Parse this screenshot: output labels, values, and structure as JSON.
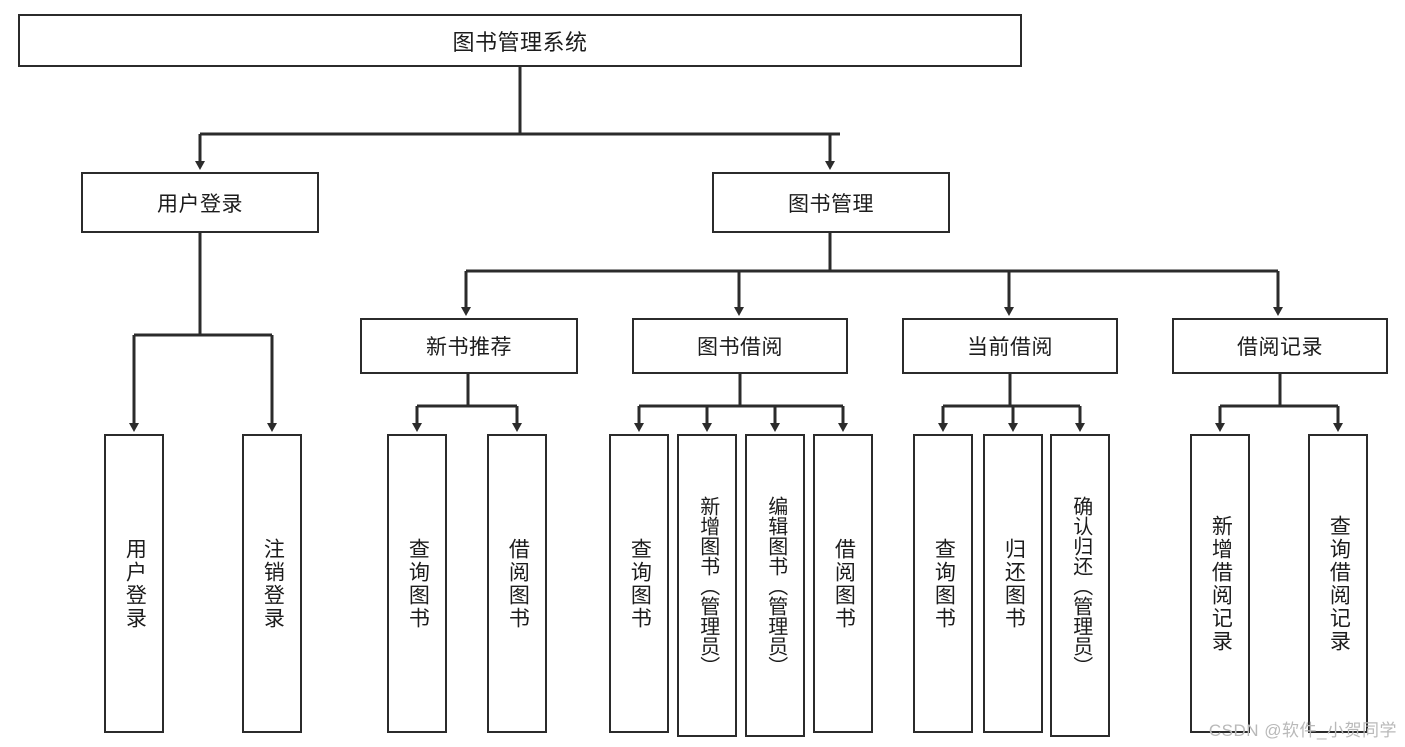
{
  "diagram": {
    "title": "图书管理系统",
    "type": "hierarchy-tree",
    "style": {
      "background": "#ffffff",
      "box_border": "#2b2b2b",
      "box_fill": "#ffffff",
      "edge_color": "#2b2b2b",
      "text_color": "#1c1c1c"
    },
    "root": {
      "label": "图书管理系统"
    },
    "level1": [
      {
        "label": "用户登录"
      },
      {
        "label": "图书管理"
      }
    ],
    "level2": [
      {
        "label": "新书推荐"
      },
      {
        "label": "图书借阅"
      },
      {
        "label": "当前借阅"
      },
      {
        "label": "借阅记录"
      }
    ],
    "leaves": {
      "user_login": [
        {
          "label": "用户登录"
        },
        {
          "label": "注销登录"
        }
      ],
      "new_book_recommend": [
        {
          "label": "查询图书"
        },
        {
          "label": "借阅图书"
        }
      ],
      "book_borrow": [
        {
          "label": "查询图书"
        },
        {
          "label": "新增图书（管理员）"
        },
        {
          "label": "编辑图书（管理员）"
        },
        {
          "label": "借阅图书"
        }
      ],
      "current_borrow": [
        {
          "label": "查询图书"
        },
        {
          "label": "归还图书"
        },
        {
          "label": "确认归还（管理员）"
        }
      ],
      "borrow_records": [
        {
          "label": "新增借阅记录"
        },
        {
          "label": "查询借阅记录"
        }
      ]
    }
  },
  "watermark": {
    "text": "CSDN @软件_小贺同学"
  }
}
